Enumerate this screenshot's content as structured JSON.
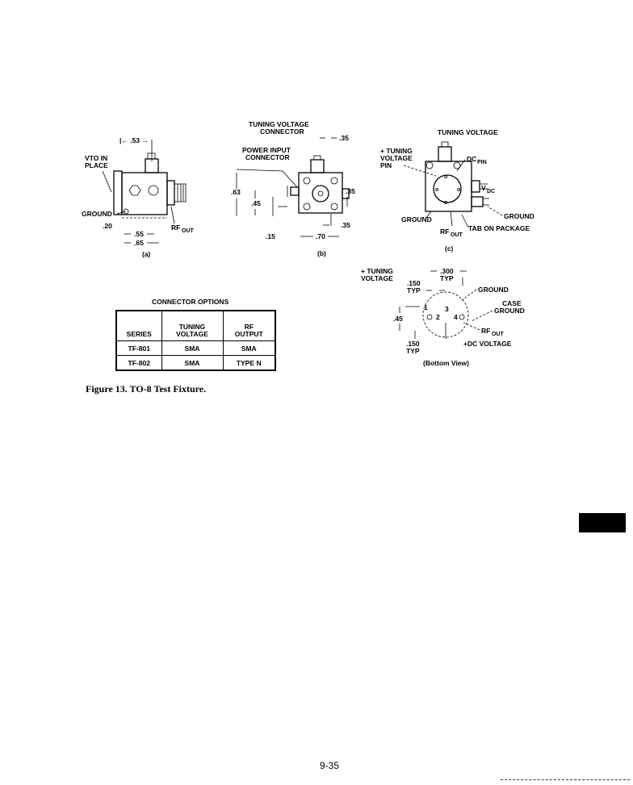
{
  "figures": {
    "a": {
      "dim_top": "|← .53 →",
      "vto_label_1": "VTO IN",
      "vto_label_2": "PLACE",
      "ground": "GROUND",
      "dim_20": ".20",
      "dim_55": ".55",
      "dim_65": ".65",
      "rf_out": "RF",
      "rf_sub": "OUT",
      "caption": "(a)"
    },
    "b": {
      "tuning_1": "TUNING VOLTAGE",
      "tuning_2": "CONNECTOR",
      "power_1": "POWER INPUT",
      "power_2": "CONNECTOR",
      "dim_35_top": ".35",
      "dim_63": ".63",
      "dim_45": ".45",
      "dim_35_right": ".35",
      "dim_35_bottom": ".35",
      "dim_15": ".15",
      "dim_70": ".70",
      "caption": "(b)"
    },
    "c": {
      "tuning_voltage": "TUNING VOLTAGE",
      "plus_tuning_1": "+ TUNING",
      "plus_tuning_2": "VOLTAGE",
      "plus_tuning_3": "PIN",
      "dc_pin": "DC",
      "dc_pin_sub": "PIN",
      "vdc": "V",
      "vdc_sub": "DC",
      "ground_left": "GROUND",
      "ground_right": "GROUND",
      "rf_out": "RF",
      "rf_sub": "OUT",
      "tab": "TAB ON PACKAGE",
      "caption": "(c)"
    },
    "d": {
      "plus_tuning_1": "+ TUNING",
      "plus_tuning_2": "VOLTAGE",
      "dim_300": ".300",
      "typ_top": "TYP",
      "dim_150_top": ".150",
      "typ_left": "TYP",
      "ground": "GROUND",
      "case_1": "CASE",
      "case_2": "GROUND",
      "dim_45": ".45",
      "pin_1": "1",
      "pin_2": "2",
      "pin_3": "3",
      "pin_4": "4",
      "rf_out": "RF",
      "rf_sub": "OUT",
      "dim_150_bottom": ".150",
      "typ_bottom": "TYP",
      "dc_voltage": "+DC VOLTAGE",
      "caption": "(Bottom View)"
    }
  },
  "connector_options": {
    "title": "CONNECTOR OPTIONS",
    "headers": [
      "SERIES",
      "TUNING VOLTAGE",
      "RF OUTPUT"
    ],
    "header_lines": [
      [
        "SERIES"
      ],
      [
        "TUNING",
        "VOLTAGE"
      ],
      [
        "RF",
        "OUTPUT"
      ]
    ],
    "rows": [
      [
        "TF-801",
        "SMA",
        "SMA"
      ],
      [
        "TF-802",
        "SMA",
        "TYPE N"
      ]
    ]
  },
  "caption": "Figure 13.  TO-8 Test Fixture.",
  "page_number": "9-35"
}
